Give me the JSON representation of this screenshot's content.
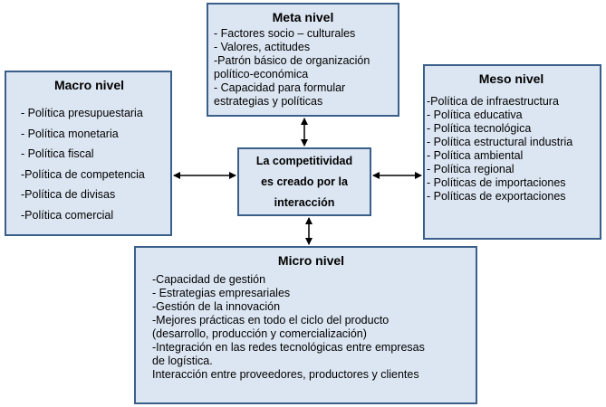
{
  "meta": {
    "title": "Meta nivel",
    "items": [
      "- Factores socio – culturales",
      "- Valores, actitudes",
      "-Patrón básico de organización político-económica",
      "- Capacidad para formular estrategias y políticas"
    ]
  },
  "macro": {
    "title": "Macro nivel",
    "items": [
      "- Política presupuestaria",
      "- Política monetaria",
      "- Política fiscal",
      "-Política de competencia",
      "-Política de divisas",
      "-Política comercial"
    ]
  },
  "meso": {
    "title": "Meso nivel",
    "items": [
      "-Política de infraestructura",
      "- Política educativa",
      "- Política tecnológica",
      "- Política estructural industria",
      "- Política ambiental",
      "- Política regional",
      "- Políticas de  importaciones",
      "- Políticas de exportaciones"
    ]
  },
  "center": {
    "lines": [
      "La competitividad",
      "es creado por la",
      "interacción"
    ]
  },
  "micro": {
    "title": "Micro nivel",
    "items": [
      "-Capacidad de gestión",
      "- Estrategias empresariales",
      "-Gestión de la innovación",
      "-Mejores prácticas en todo el ciclo del producto",
      "(desarrollo, producción y comercialización)",
      "-Integración en las redes tecnológicas entre empresas",
      "de logística.",
      "Interacción entre proveedores, productores y clientes"
    ]
  },
  "colors": {
    "box_fill": "#dce6f2",
    "box_border": "#3a5f8a",
    "arrow": "#000000"
  }
}
